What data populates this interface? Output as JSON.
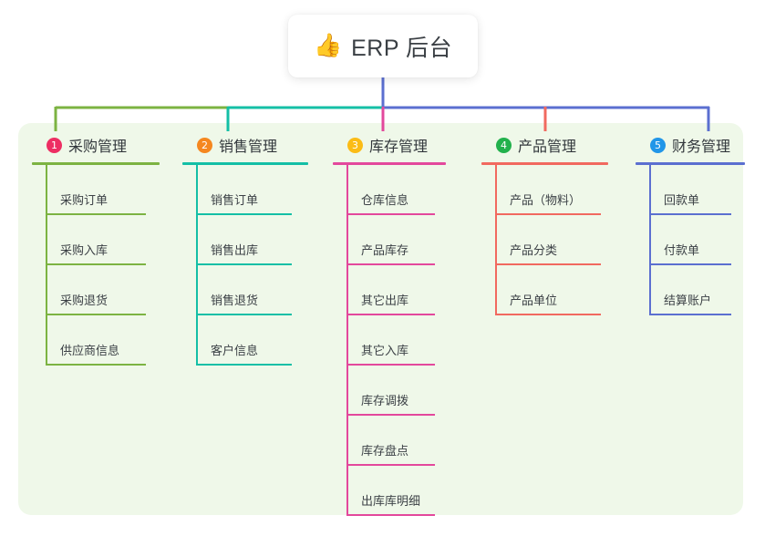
{
  "root": {
    "icon": "thumbs-up-icon",
    "icon_glyph": "👍",
    "title": "ERP 后台"
  },
  "panel": {
    "background_color": "#eff8e9"
  },
  "columns": [
    {
      "number": "1",
      "title": "采购管理",
      "badge_color": "#ed2e63",
      "rule_color": "#7cb342",
      "line_color": "#7cb342",
      "items": [
        "采购订单",
        "采购入库",
        "采购退货",
        "供应商信息"
      ]
    },
    {
      "number": "2",
      "title": "销售管理",
      "badge_color": "#f5871f",
      "rule_color": "#14bfa6",
      "line_color": "#14bfa6",
      "items": [
        "销售订单",
        "销售出库",
        "销售退货",
        "客户信息"
      ]
    },
    {
      "number": "3",
      "title": "库存管理",
      "badge_color": "#fbbc16",
      "rule_color": "#e3489c",
      "line_color": "#e3489c",
      "items": [
        "仓库信息",
        "产品库存",
        "其它出库",
        "其它入库",
        "库存调拨",
        "库存盘点",
        "出库库明细"
      ]
    },
    {
      "number": "4",
      "title": "产品管理",
      "badge_color": "#22b14c",
      "rule_color": "#f1695f",
      "line_color": "#f1695f",
      "items": [
        "产品（物料）",
        "产品分类",
        "产品单位"
      ]
    },
    {
      "number": "5",
      "title": "财务管理",
      "badge_color": "#2196e8",
      "rule_color": "#5b6fd0",
      "line_color": "#5b6fd0",
      "items": [
        "回款单",
        "付款单",
        "结算账户"
      ]
    }
  ],
  "connectors": {
    "trunk_color": "#5b6fd0",
    "segment_colors": [
      "#7cb342",
      "#14bfa6",
      "#5b6fd0"
    ]
  }
}
